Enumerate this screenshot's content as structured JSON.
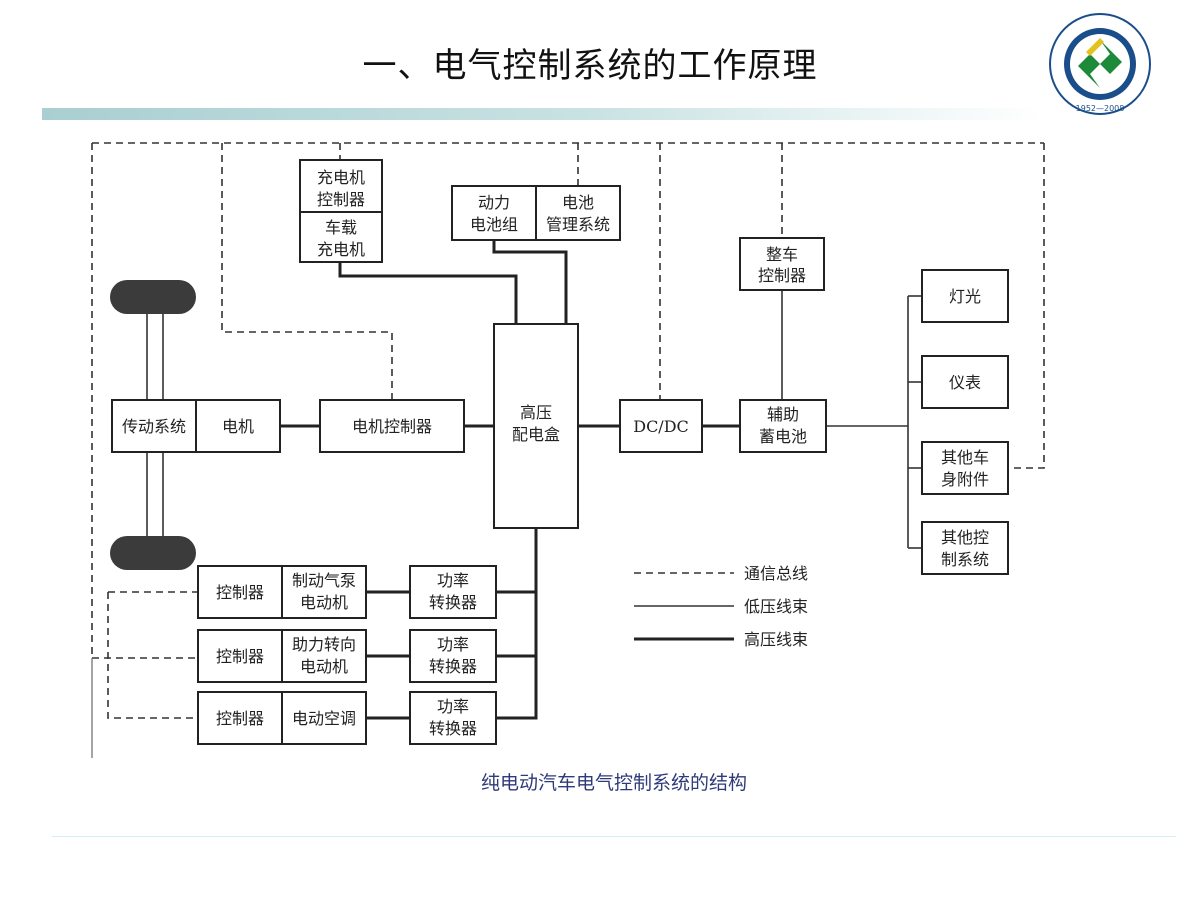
{
  "slide": {
    "title": "一、电气控制系统的工作原理",
    "caption": "纯电动汽车电气控制系统的结构"
  },
  "logo": {
    "ring_text_bottom": "1952—2008",
    "accent": "#1d8a3a",
    "ring_color": "#1a4e8a"
  },
  "diagram": {
    "charger": {
      "line1": "充电机",
      "line2": "控制器",
      "line3": "车载",
      "line4": "充电机"
    },
    "battery_pack": {
      "line1": "动力",
      "line2": "电池组"
    },
    "bms": {
      "line1": "电池",
      "line2": "管理系统"
    },
    "vcu": {
      "line1": "整车",
      "line2": "控制器"
    },
    "transmission": "传动系统",
    "motor": "电机",
    "motor_controller": "电机控制器",
    "hv_box": {
      "line1": "高压",
      "line2": "配电盒"
    },
    "dcdc": "DC/DC",
    "aux_battery": {
      "line1": "辅助",
      "line2": "蓄电池"
    },
    "loads": {
      "lights": "灯光",
      "meters": "仪表",
      "body_acc": {
        "line1": "其他车",
        "line2": "身附件"
      },
      "other_ctrl": {
        "line1": "其他控",
        "line2": "制系统"
      }
    },
    "subsystems": [
      {
        "controller": "控制器",
        "device": {
          "line1": "制动气泵",
          "line2": "电动机"
        },
        "converter": {
          "line1": "功率",
          "line2": "转换器"
        }
      },
      {
        "controller": "控制器",
        "device": {
          "line1": "助力转向",
          "line2": "电动机"
        },
        "converter": {
          "line1": "功率",
          "line2": "转换器"
        }
      },
      {
        "controller": "控制器",
        "device": {
          "line1": "电动空调",
          "line2": ""
        },
        "converter": {
          "line1": "功率",
          "line2": "转换器"
        }
      }
    ],
    "legend": {
      "bus": "通信总线",
      "low_voltage": "低压线束",
      "high_voltage": "高压线束"
    }
  }
}
